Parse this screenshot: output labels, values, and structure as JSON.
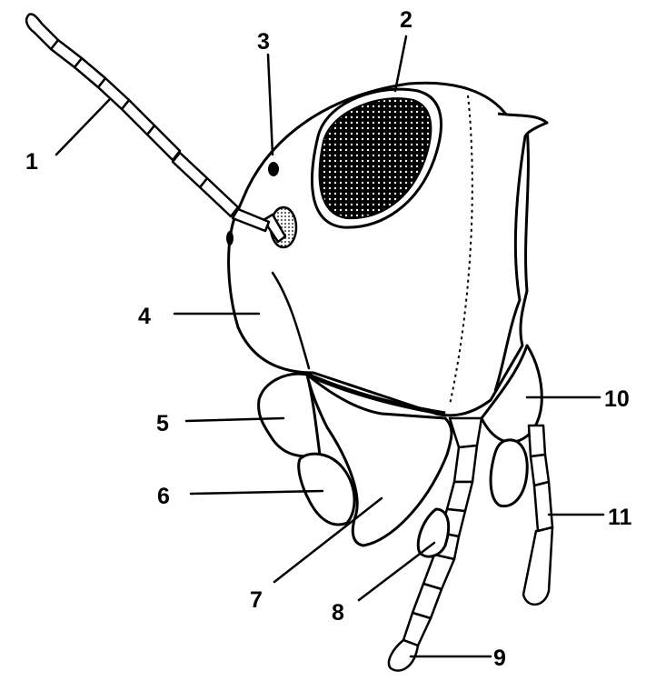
{
  "diagram": {
    "labels": [
      "1",
      "2",
      "3",
      "4",
      "5",
      "6",
      "7",
      "8",
      "9",
      "10",
      "11"
    ]
  },
  "colors": {
    "ink": "#000000",
    "paper": "#ffffff"
  }
}
